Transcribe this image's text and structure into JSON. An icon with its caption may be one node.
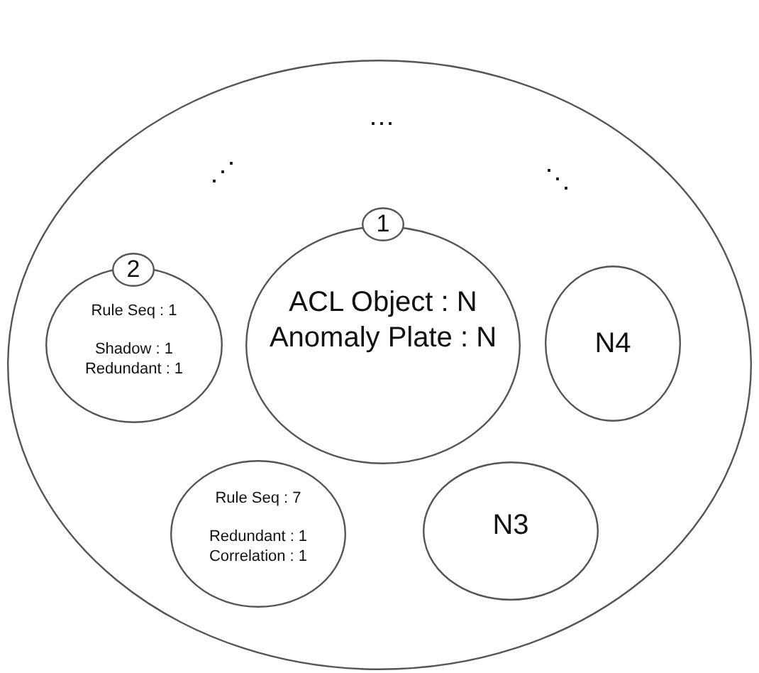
{
  "diagram": {
    "nodes": [
      {
        "text": [],
        "shape": "circle"
      },
      {
        "text": [
          "1"
        ],
        "in": 0
      },
      {
        "text": [
          "ACL Object : N",
          "Anomaly Plate : N"
        ],
        "in": 0
      },
      {
        "text": [
          "2"
        ],
        "in": 0
      },
      {
        "text": [
          "Rule Seq : 1",
          "Shadow : 1",
          "Redundant : 1"
        ],
        "in": 0
      },
      {
        "text": [
          "N4"
        ],
        "in": 0
      },
      {
        "text": [
          "Rule Seq : 7",
          "Redundant : 1",
          "Correlation : 1"
        ],
        "in": 0
      },
      {
        "text": [
          "N3"
        ],
        "in": 0
      }
    ],
    "labels": [
      "⋯",
      "⋰",
      "⋱"
    ]
  }
}
